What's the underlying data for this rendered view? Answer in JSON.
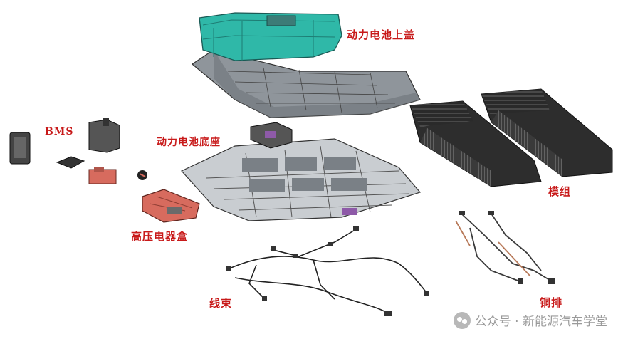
{
  "labels": {
    "top_cover": "动力电池上盖",
    "bms": "BMS",
    "base": "动力电池底座",
    "modules": "模组",
    "hv_box": "高压电器盒",
    "harness": "线束",
    "busbar": "铜排"
  },
  "watermark": {
    "text": "公众号 · 新能源汽车学堂",
    "icon": "wechat-icon"
  },
  "colors": {
    "label": "#c81a1a",
    "cover": "#2fb8a8",
    "hv_box": "#d76b5e",
    "frame": "#9aa0a6"
  }
}
